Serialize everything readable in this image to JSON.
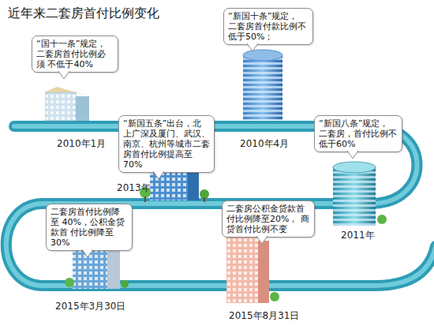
{
  "diagram": {
    "title": "近年来二套房首付比例变化",
    "nodes": [
      {
        "text": [
          "“国十一条”规定， 二套房首付比例必须 不低于40%"
        ]
      },
      {
        "text": [
          "“新国十条”规定， 二套房首付款比例不 低于50%；"
        ]
      },
      {
        "text": [
          "“新国八条”规定， 二套房，首付比例不 低于60%"
        ]
      },
      {
        "text": [
          "“新国五条”出台，北 上广深及厦门、武汉、 南京、杭州等城市二套 房首付比例提高至70%"
        ]
      },
      {
        "text": [
          "二套房首付比例降至 40%，公积金贷款首 付比例降至30%"
        ]
      },
      {
        "text": [
          "二套房公积金贷款首 付比例降至20%， 商贷首付比例不变"
        ]
      }
    ],
    "labels": [
      "2010年1月",
      "2010年4月",
      "2011年",
      "2013年",
      "2015年3月30日",
      "2015年8月31日"
    ]
  }
}
